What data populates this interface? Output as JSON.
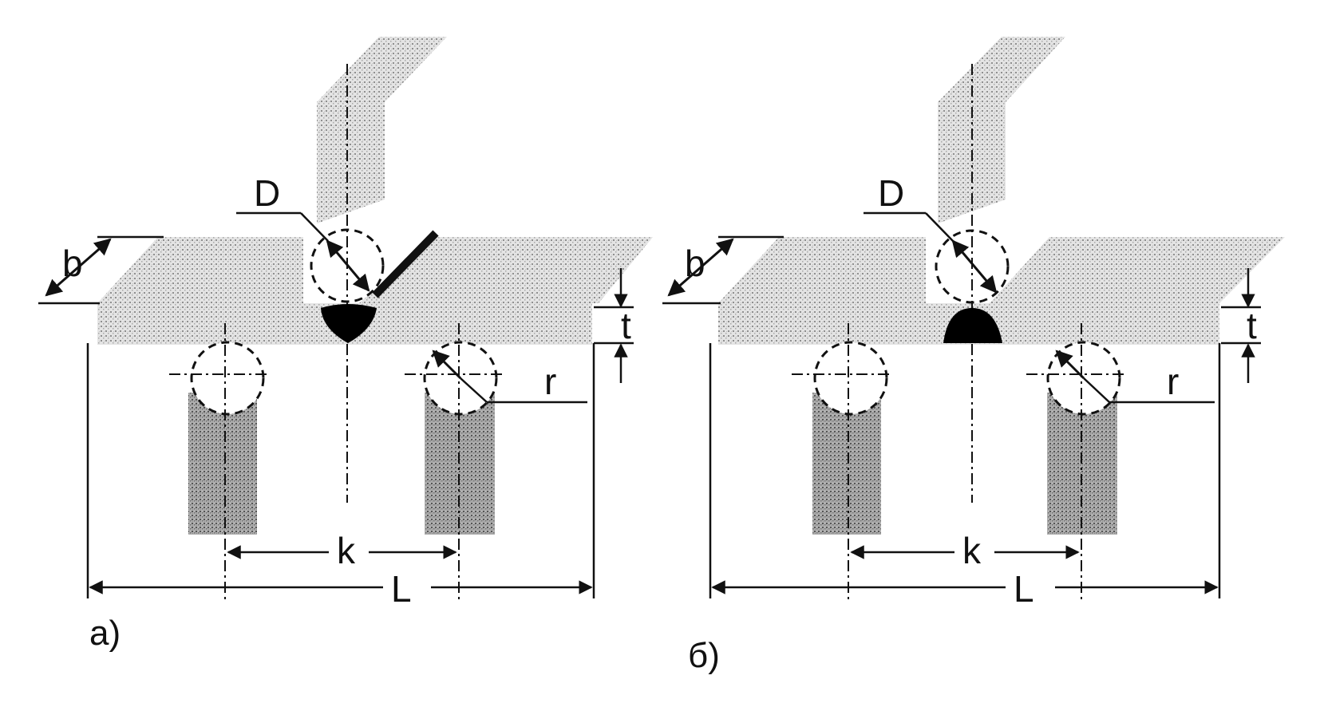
{
  "panels": [
    {
      "caption": "а)",
      "labels": {
        "D": "D",
        "b": "b",
        "t": "t",
        "r": "r",
        "k": "k",
        "L": "L"
      }
    },
    {
      "caption": "б)",
      "labels": {
        "D": "D",
        "b": "b",
        "t": "t",
        "r": "r",
        "k": "k",
        "L": "L"
      }
    }
  ],
  "colors": {
    "line": "#111111",
    "stipple": "#c9c9c9",
    "stipple_dark": "#9a9a9a",
    "fill": "#000000"
  }
}
